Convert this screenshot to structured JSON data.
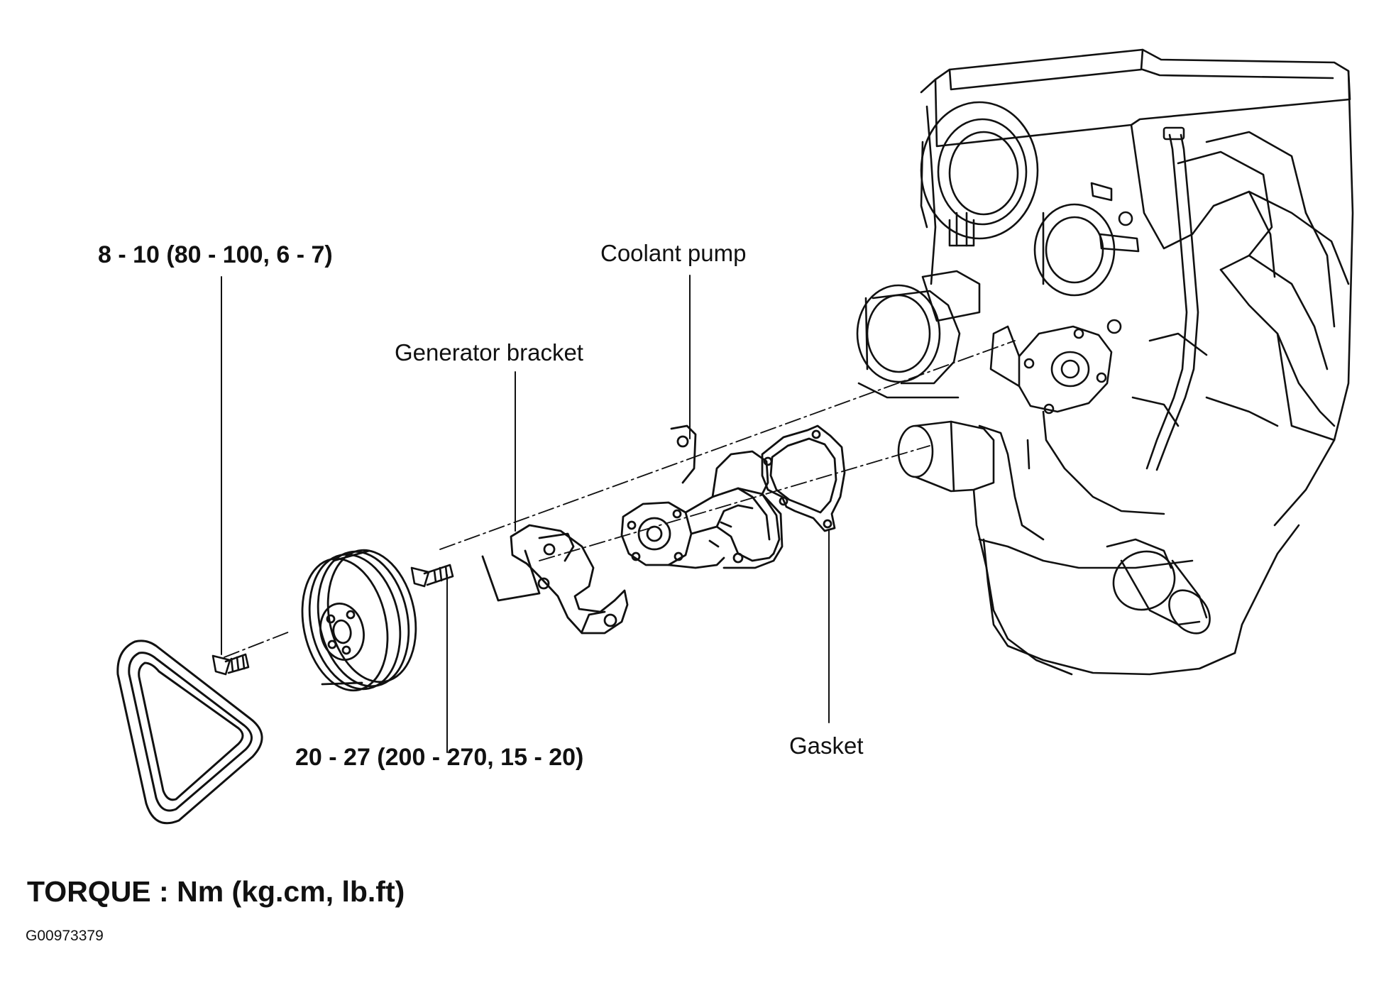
{
  "labels": {
    "torque_crank_bolt": "8 - 10 (80 - 100, 6 - 7)",
    "coolant_pump": "Coolant pump",
    "generator_bracket": "Generator bracket",
    "torque_bracket_bolt": "20 - 27 (200 - 270, 15 - 20)",
    "gasket": "Gasket"
  },
  "footer": {
    "title": "TORQUE : Nm (kg.cm, lb.ft)",
    "figure_id": "G00973379"
  },
  "colors": {
    "ink": "#111111",
    "background": "#ffffff"
  }
}
